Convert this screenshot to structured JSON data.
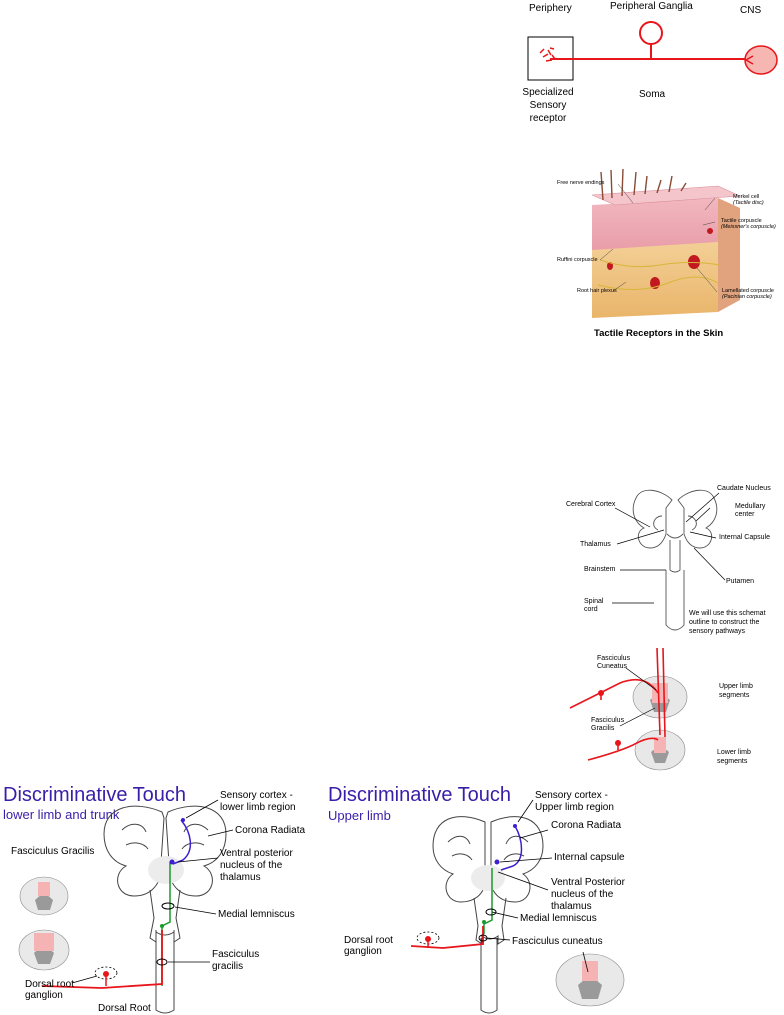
{
  "neuron_panel": {
    "periphery": "Periphery",
    "ganglia": "Peripheral Ganglia",
    "cns": "CNS",
    "receptor": [
      "Specialized",
      "Sensory",
      "receptor"
    ],
    "soma": "Soma"
  },
  "skin_panel": {
    "caption": "Tactile Receptors in the Skin",
    "labels": {
      "free": "Free nerve endings",
      "merkel": "Merkel cell",
      "merkel2": "(Tactile disc)",
      "tactile": "Tactile corpuscle",
      "tactile2": "(Meissner's corpuscle)",
      "ruffini": "Ruffini corpuscle",
      "hair": "Root hair plexus",
      "lamellated": "Lamellated corpuscle",
      "lamellated2": "(Pacinian corpuscle)"
    }
  },
  "schematic_panel": {
    "caudate": "Caudate Nucleus",
    "cortex": "Cerebral Cortex",
    "medullary": [
      "Medullary",
      "center"
    ],
    "internal": "Internal Capsule",
    "thalamus": "Thalamus",
    "putamen": "Putamen",
    "brainstem": "Brainstem",
    "spinal": [
      "Spinal",
      "cord"
    ],
    "note": [
      "We will use this schemat",
      "outline to construct the",
      "sensory pathways"
    ]
  },
  "segments_panel": {
    "cuneatus": [
      "Fasciculus",
      "Cuneatus"
    ],
    "gracilis": [
      "Fasciculus",
      "Gracilis"
    ],
    "upper": [
      "Upper limb",
      "segments"
    ],
    "lower": [
      "Lower limb",
      "segments"
    ]
  },
  "left_panel": {
    "title": "Discriminative Touch",
    "subtitle": "lower limb and trunk",
    "sensory": [
      "Sensory cortex -",
      "lower limb region"
    ],
    "corona": "Corona Radiata",
    "vpn": [
      "Ventral posterior",
      "nucleus of the",
      "thalamus"
    ],
    "gracilis_label": "Fasciculus Gracilis",
    "medial": "Medial lemniscus",
    "fasciculus": [
      "Fasciculus",
      "gracilis"
    ],
    "drg": [
      "Dorsal root",
      "ganglion"
    ],
    "dorsal_root": "Dorsal Root"
  },
  "right_panel": {
    "title": "Discriminative Touch",
    "subtitle": "Upper limb",
    "sensory": [
      "Sensory cortex -",
      "Upper limb region"
    ],
    "corona": "Corona Radiata",
    "internal": "Internal capsule",
    "vpn": [
      "Ventral Posterior",
      "nucleus of the",
      "thalamus"
    ],
    "medial": "Medial lemniscus",
    "drg": [
      "Dorsal root",
      "ganglion"
    ],
    "cuneatus": "Fasciculus cuneatus"
  },
  "colors": {
    "pathway": "#e8151b",
    "medial": "#1a9a2a",
    "thalamic": "#3d1fd0",
    "title": "#3a1ea8"
  }
}
